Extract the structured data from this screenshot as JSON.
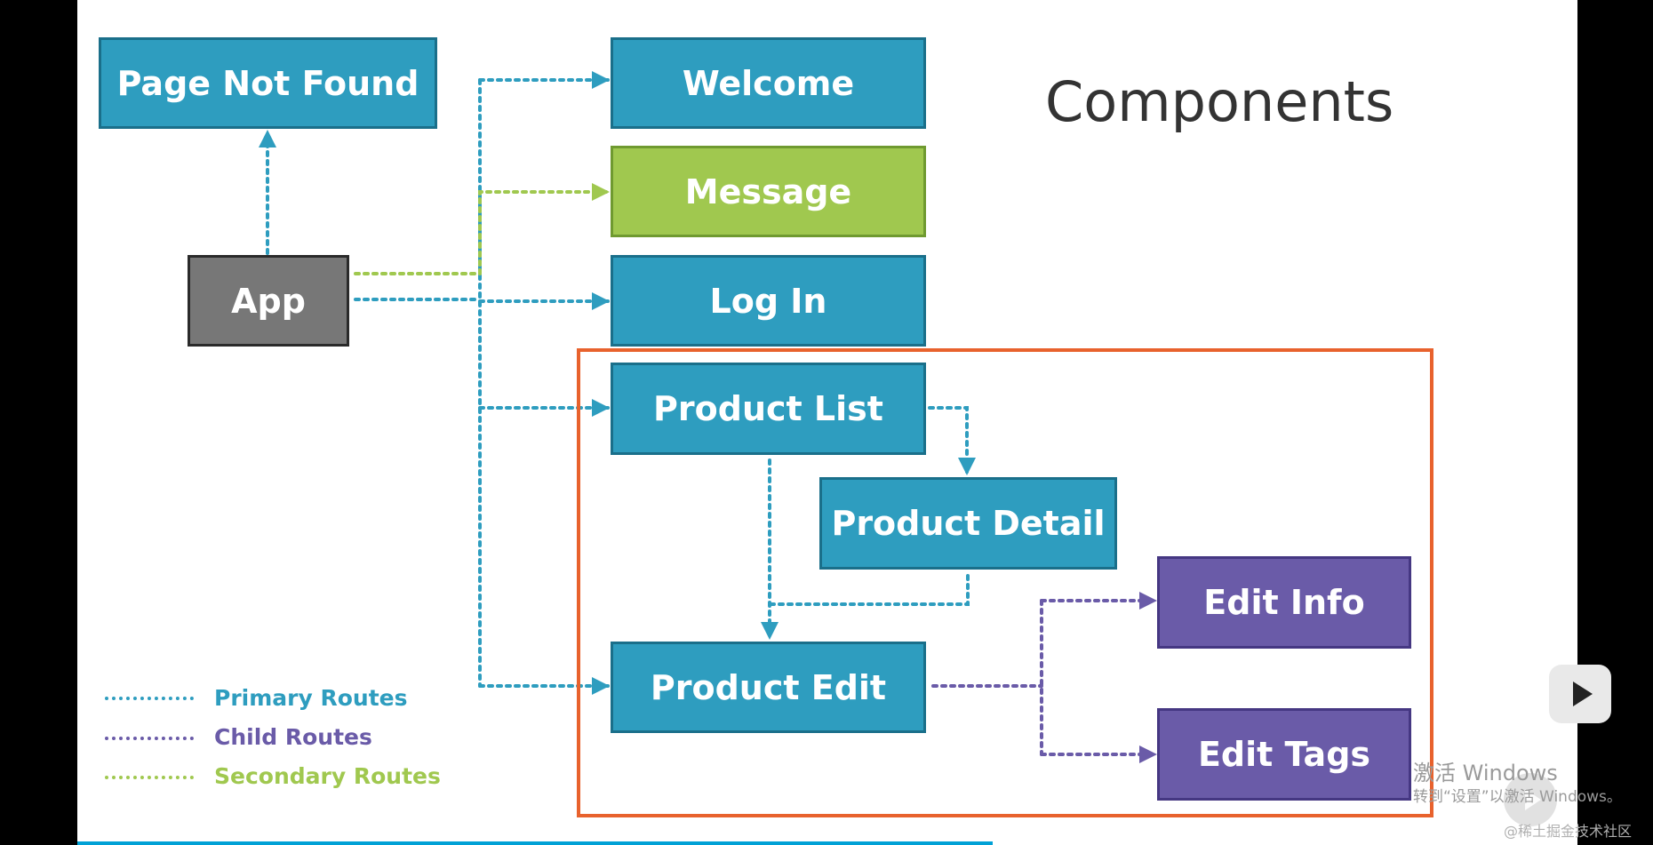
{
  "title": "Components",
  "nodes": {
    "page_not_found": "Page Not Found",
    "welcome": "Welcome",
    "message": "Message",
    "app": "App",
    "log_in": "Log In",
    "product_list": "Product List",
    "product_detail": "Product Detail",
    "product_edit": "Product Edit",
    "edit_info": "Edit Info",
    "edit_tags": "Edit Tags"
  },
  "legend": {
    "primary": "Primary Routes",
    "child": "Child Routes",
    "secondary": "Secondary Routes"
  },
  "colors": {
    "primary": "#2e9dbf",
    "child": "#6a5ba8",
    "secondary": "#a0c84f",
    "highlight": "#e8622d"
  },
  "watermark": {
    "title": "激活 Windows",
    "subtitle": "转到“设置”以激活 Windows。"
  },
  "credit": "@稀土掘金技术社区"
}
